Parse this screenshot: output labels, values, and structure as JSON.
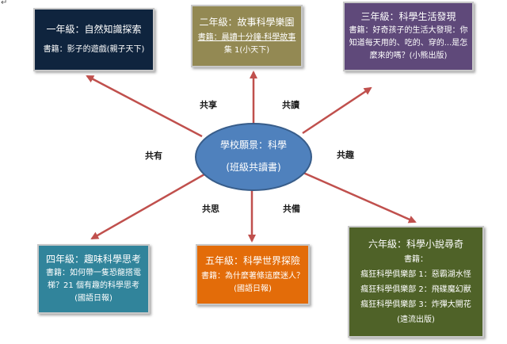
{
  "center": {
    "line1": "學校願景：科學",
    "line2": "(班級共讀書)"
  },
  "boxes": {
    "grade1": {
      "title": "一年級：自然知識探索",
      "lines": [
        "書籍：影子的遊戲(親子天下)"
      ],
      "color": "#0f243e"
    },
    "grade2": {
      "title": "二年級：故事科學樂園",
      "lines": [
        "書籍：晨讀十分鐘-科學故事",
        "集 1(小天下)"
      ],
      "color": "#938953"
    },
    "grade3": {
      "title": "三年級：科學生活發現",
      "lines": [
        "書籍：好奇孩子的生活大發現：你知道每天用的、吃的、穿的...是怎麼來的嗎？(小熊出版)"
      ],
      "color": "#5f497a"
    },
    "grade4": {
      "title": "四年級：趣味科學思考",
      "lines": [
        "書籍：如何帶一隻恐龍搭電梯？21 個有趣的科學思考",
        "(國語日報)"
      ],
      "color": "#31849b"
    },
    "grade5": {
      "title": "五年級：科學世界探險",
      "lines": [
        "書籍：為什麼著條這麼迷人？",
        "(國語日報)"
      ],
      "color": "#e36c09"
    },
    "grade6": {
      "title": "六年級：科學小說尋奇",
      "lines": [
        "書籍：",
        "瘋狂科學俱樂部 1：惡霸湖水怪",
        "瘋狂科學俱樂部 2：飛碟魔幻獸",
        "瘋狂科學俱樂部 3：炸彈大開花",
        "(遠流出版)"
      ],
      "color": "#4f6228"
    }
  },
  "edge_labels": {
    "share": "共享",
    "read": "共讀",
    "have": "共有",
    "fun": "共趣",
    "think": "共思",
    "prepare": "共備"
  },
  "colors": {
    "arrow": "#c0504d",
    "center_fill": "#4f81bd",
    "center_border": "#385d8a"
  }
}
